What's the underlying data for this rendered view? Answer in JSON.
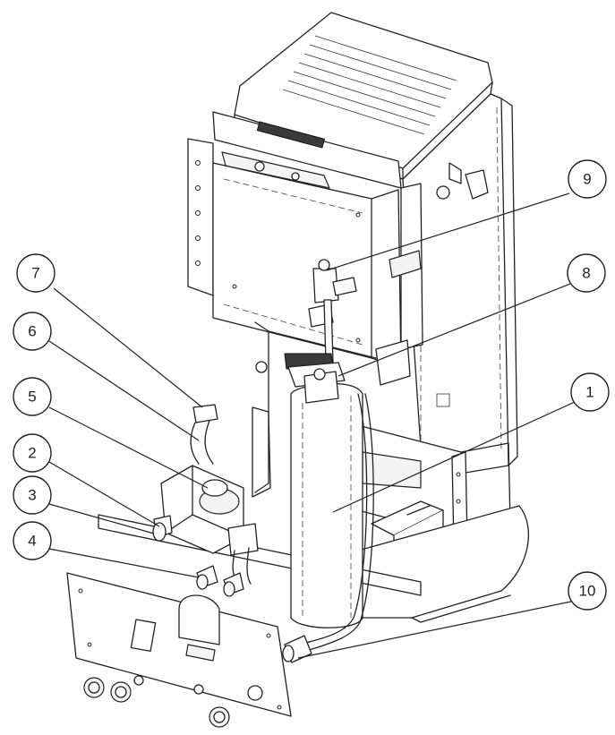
{
  "callouts": [
    {
      "id": "c1",
      "label": "1"
    },
    {
      "id": "c2",
      "label": "2"
    },
    {
      "id": "c3",
      "label": "3"
    },
    {
      "id": "c4",
      "label": "4"
    },
    {
      "id": "c5",
      "label": "5"
    },
    {
      "id": "c6",
      "label": "6"
    },
    {
      "id": "c7",
      "label": "7"
    },
    {
      "id": "c8",
      "label": "8"
    },
    {
      "id": "c9",
      "label": "9"
    },
    {
      "id": "c10",
      "label": "10"
    }
  ]
}
